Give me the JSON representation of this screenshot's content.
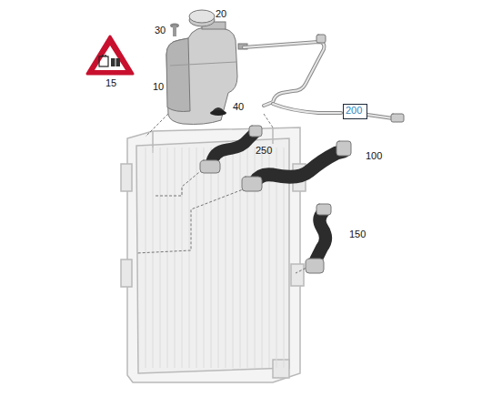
{
  "diagram": {
    "nodes": [
      {
        "text": [
          "200"
        ]
      }
    ],
    "labels": [
      "20",
      "30",
      "15",
      "10",
      "40",
      "250",
      "100",
      "150"
    ]
  }
}
